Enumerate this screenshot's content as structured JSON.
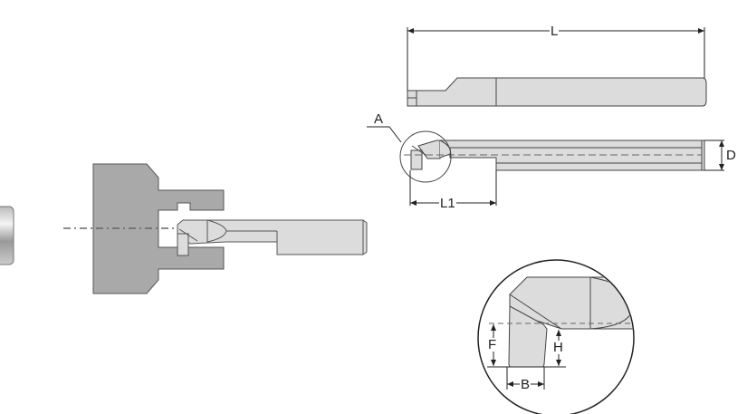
{
  "labels": {
    "overall_length": "L",
    "reach_length": "L1",
    "detail_marker": "A",
    "shank_diameter": "D",
    "tip_height": "F",
    "center_height": "H",
    "insert_width": "B"
  },
  "colors": {
    "body_fill": "#a9a9a9",
    "tool_fill": "#dcdcdc",
    "outline": "#444444"
  }
}
